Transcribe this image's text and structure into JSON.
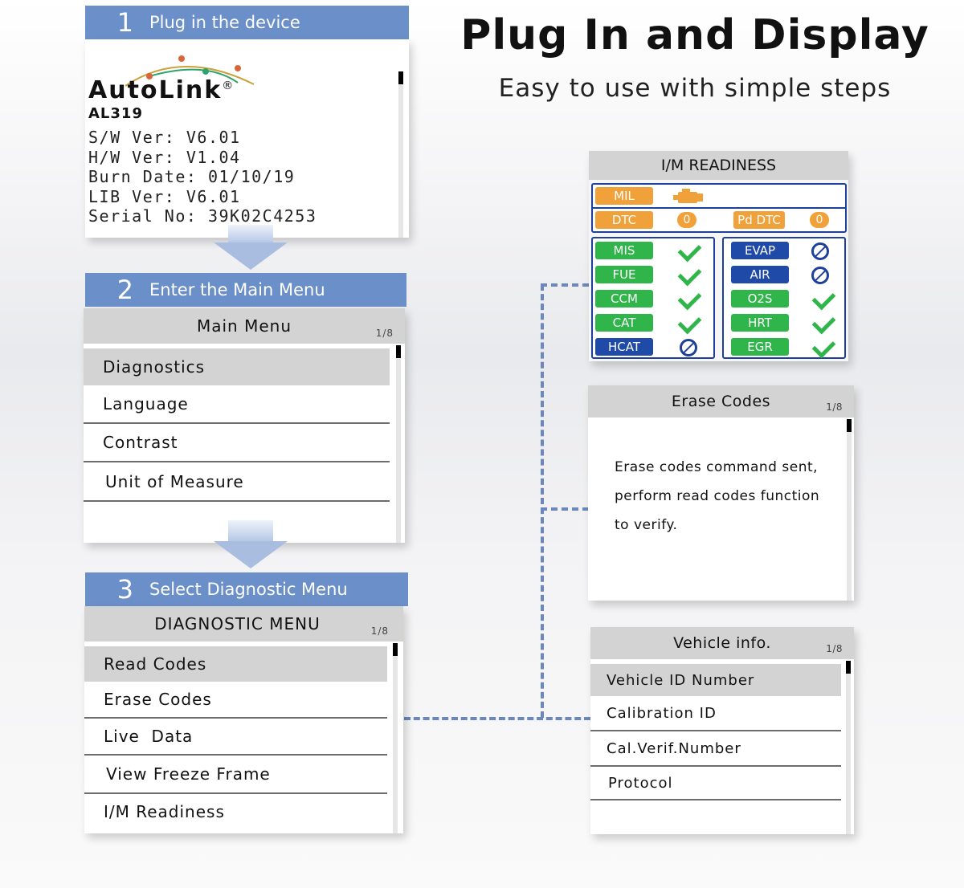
{
  "title": "Plug In and Display",
  "subtitle": "Easy to use with simple steps",
  "steps": [
    {
      "num": "1",
      "label": "Plug in the device"
    },
    {
      "num": "2",
      "label": "Enter the Main Menu"
    },
    {
      "num": "3",
      "label": "Select Diagnostic Menu"
    }
  ],
  "device_info": {
    "logo": "AutoLink",
    "logo_mark": "®",
    "model": "AL319",
    "lines": [
      "S/W Ver: V6.01",
      "H/W Ver: V1.04",
      "Burn Date: 01/10/19",
      "LIB Ver: V6.01",
      "Serial No: 39K02C4253"
    ]
  },
  "main_menu": {
    "title": "Main Menu",
    "page": "1/8",
    "items": [
      "Diagnostics",
      "Language",
      "Contrast",
      "Unit of Measure"
    ]
  },
  "diag_menu": {
    "title": "DIAGNOSTIC MENU",
    "page": "1/8",
    "items": [
      "Read Codes",
      "Erase Codes",
      "Live  Data",
      "View Freeze Frame",
      "I/M Readiness"
    ]
  },
  "im_readiness": {
    "title": "I/M READINESS",
    "mil": "MIL",
    "dtc": "DTC",
    "dtc_count": "0",
    "pd_dtc": "Pd DTC",
    "pd_dtc_count": "0",
    "left": [
      {
        "label": "MIS",
        "status": "check"
      },
      {
        "label": "FUE",
        "status": "check"
      },
      {
        "label": "CCM",
        "status": "check"
      },
      {
        "label": "CAT",
        "status": "check"
      },
      {
        "label": "HCAT",
        "status": "na"
      }
    ],
    "right": [
      {
        "label": "EVAP",
        "status": "na"
      },
      {
        "label": "AIR",
        "status": "na"
      },
      {
        "label": "O2S",
        "status": "check"
      },
      {
        "label": "HRT",
        "status": "check"
      },
      {
        "label": "EGR",
        "status": "check"
      }
    ]
  },
  "erase_codes": {
    "title": "Erase Codes",
    "page": "1/8",
    "lines": [
      "Erase codes command sent,",
      "perform read codes function",
      "to verify."
    ]
  },
  "vehicle_info": {
    "title": "Vehicle info.",
    "page": "1/8",
    "items": [
      "Vehicle ID Number",
      "Calibration ID",
      "Cal.Verif.Number",
      "Protocol"
    ]
  },
  "colors": {
    "step_blue": "#6b8fc9",
    "ok_green": "#2fb54a",
    "warn_orange": "#f0a13a",
    "na_blue": "#1f4aa8"
  }
}
